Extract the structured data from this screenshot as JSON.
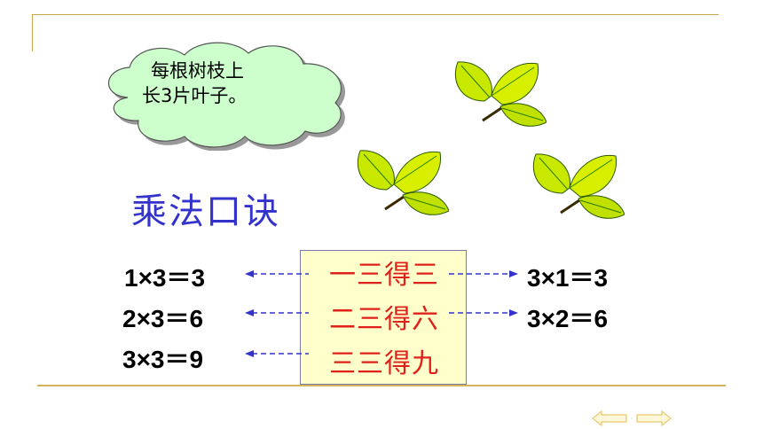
{
  "bubble": {
    "line1": "每根树枝上",
    "line2": "长3片叶子。"
  },
  "title": "乘法口诀",
  "mnemonics": [
    "一三得三",
    "二三得六",
    "三三得九"
  ],
  "left_equations": [
    "1×3＝3",
    "2×3＝6",
    "3×3＝9"
  ],
  "right_equations": [
    "3×1＝3",
    "3×2＝6"
  ],
  "colors": {
    "title": "#3333cc",
    "mnemonic_text": "#e0201a",
    "mnemonic_box": "#ffffcc",
    "arrow": "#3333cc",
    "leaf_light": "#d8f000",
    "leaf_dark": "#2a7a00",
    "cloud": "#ccffcc",
    "frame": "#c8a64a"
  },
  "icons": [
    "leaf-branch-icon",
    "left-arrow-icon",
    "right-arrow-icon"
  ]
}
